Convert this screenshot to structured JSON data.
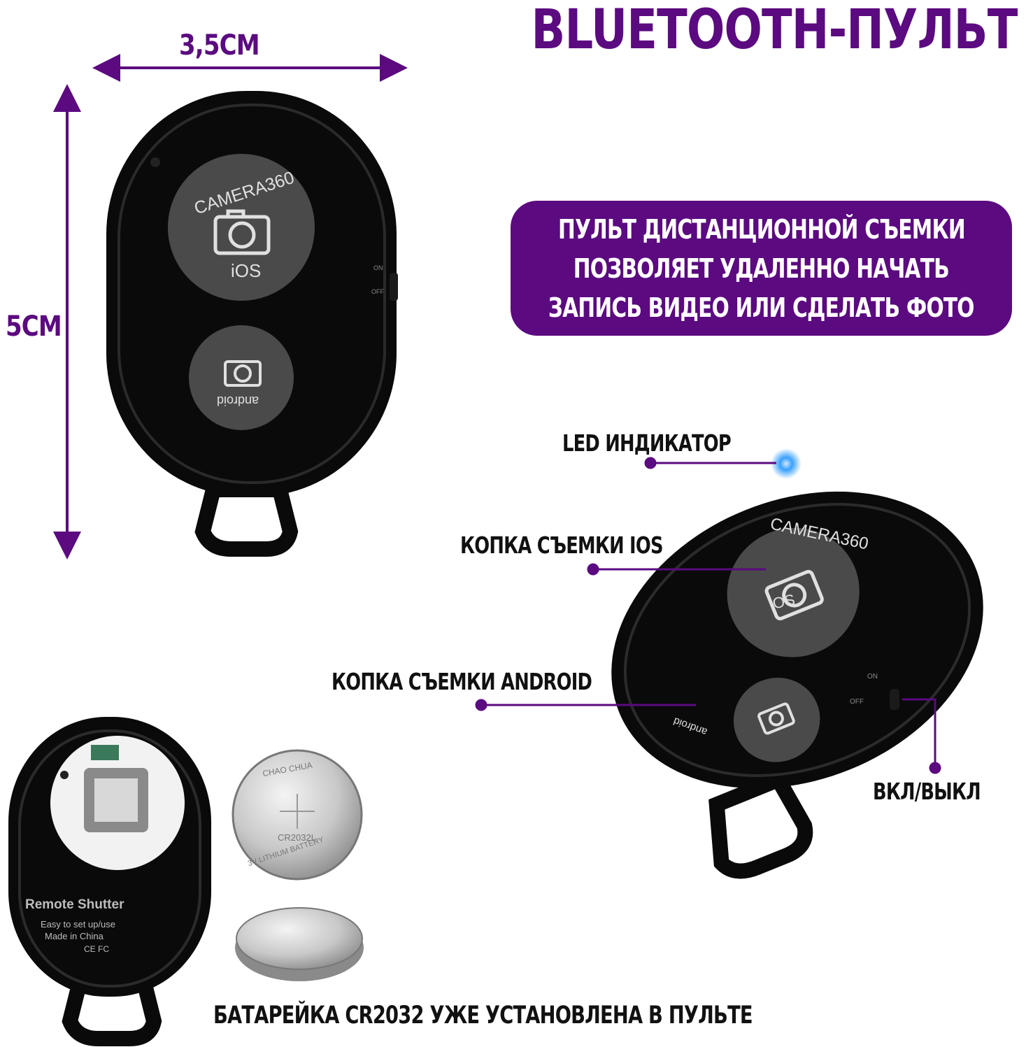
{
  "title": "BLUETOOTH-ПУЛЬТ",
  "dimensions": {
    "width": "3,5СМ",
    "height": "5СМ"
  },
  "banner": {
    "lines": [
      "ПУЛЬТ ДИСТАНЦИОННОЙ СЪЕМКИ",
      "ПОЗВОЛЯЕТ УДАЛЕННО НАЧАТЬ",
      "ЗАПИСЬ ВИДЕО ИЛИ СДЕЛАТЬ ФОТО"
    ]
  },
  "callouts": {
    "led": "LED ИНДИКАТОР",
    "ios_button": "КОПКА СЪЕМКИ IOS",
    "android_button": "КОПКА СЪЕМКИ ANDROID",
    "power": "ВКЛ/ВЫКЛ"
  },
  "device_labels": {
    "camera360": "CAMERA360",
    "ios": "iOS",
    "android": "android",
    "on": "ON",
    "off": "OFF"
  },
  "back_labels": {
    "remote_shutter": "Remote Shutter",
    "easy": "Easy to set up/use",
    "made_in": "Made in China",
    "marks": "CE FC"
  },
  "battery_labels": {
    "brand": "CHAO CHUA",
    "model": "CR2032L",
    "type": "3V LITHIUM BATTERY"
  },
  "footer": "БАТАРЕЙКА CR2032 УЖЕ УСТАНОВЛЕНА В ПУЛЬТЕ",
  "colors": {
    "accent": "#5b0a80",
    "led": "#3aa0ff",
    "device": "#0a0a0a",
    "button": "#4a4a4a"
  }
}
